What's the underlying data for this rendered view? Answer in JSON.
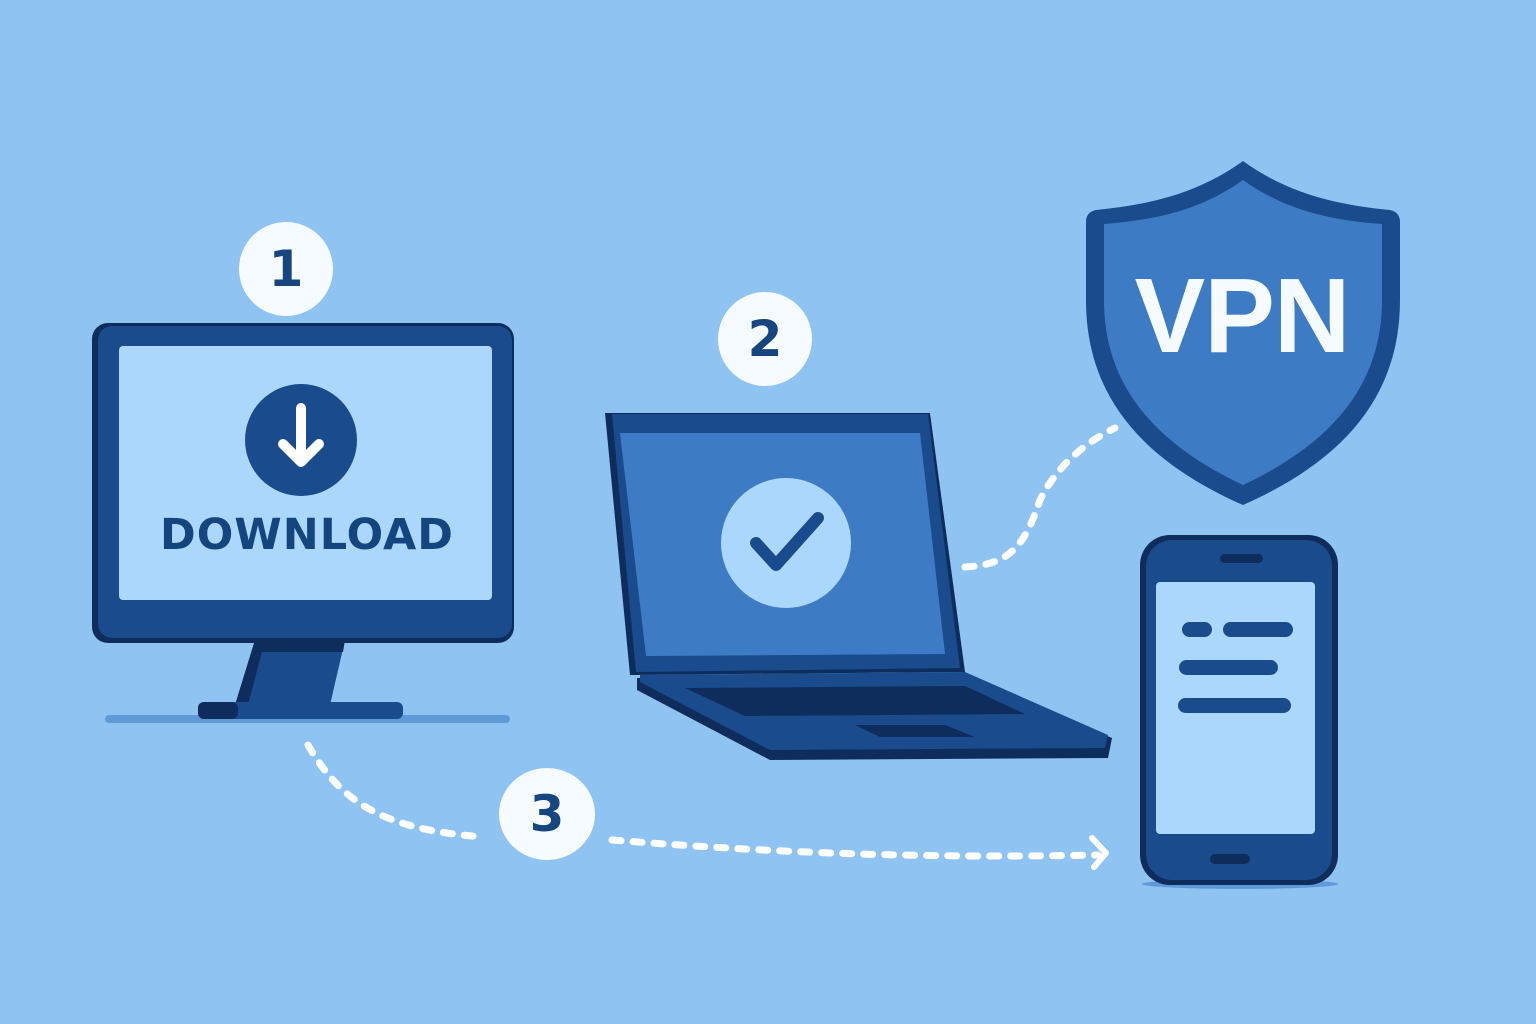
{
  "diagram": {
    "background_color": "#8fc3f1",
    "steps": [
      {
        "number": "1",
        "label": "DOWNLOAD",
        "device": "desktop-monitor",
        "icon": "download-arrow-icon"
      },
      {
        "number": "2",
        "device": "laptop",
        "icon": "checkmark-icon"
      },
      {
        "number": "3",
        "device": "smartphone",
        "icon": "arrow-right-icon"
      }
    ],
    "shield": {
      "label": "VPN"
    },
    "colors": {
      "dark_navy": "#0f2d5c",
      "frame_blue": "#1a4b8c",
      "mid_blue": "#3d7cc5",
      "light_screen": "#aad7fb",
      "badge_white": "#f5fbff",
      "dash_white": "#ffffff"
    }
  }
}
